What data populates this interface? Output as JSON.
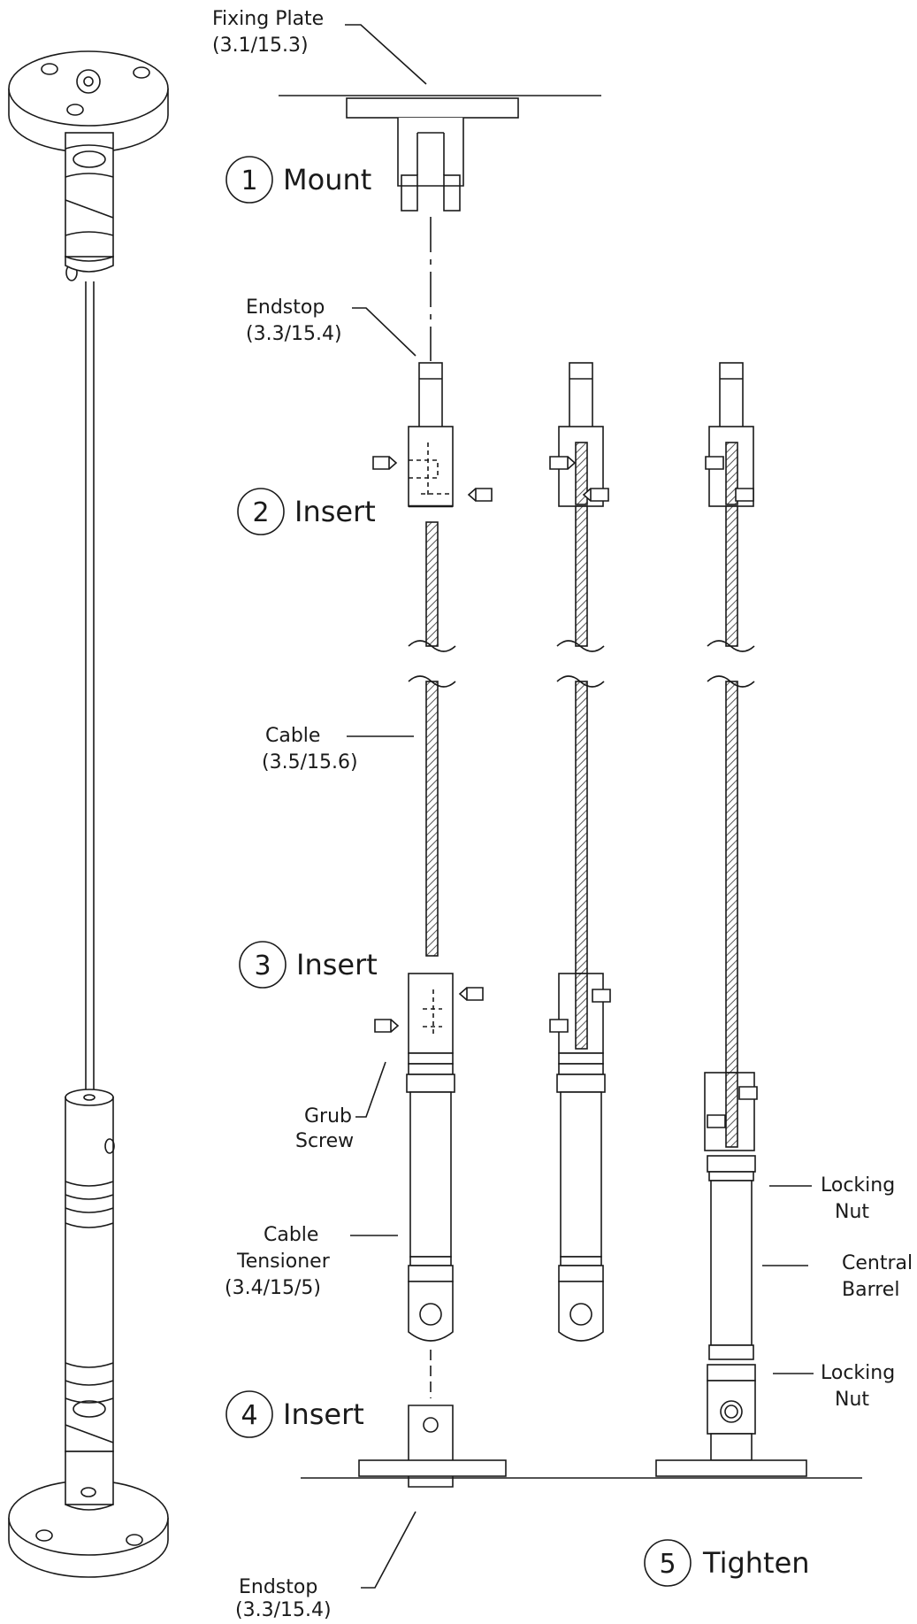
{
  "labels": {
    "fixing_plate_1": "Fixing Plate",
    "fixing_plate_2": "(3.1/15.3)",
    "endstop_top_1": "Endstop",
    "endstop_top_2": "(3.3/15.4)",
    "cable_1": "Cable",
    "cable_2": "(3.5/15.6)",
    "grub_1": "Grub",
    "grub_2": "Screw",
    "tensioner_1": "Cable",
    "tensioner_2": "Tensioner",
    "tensioner_3": "(3.4/15/5)",
    "locking_nut_top_1": "Locking",
    "locking_nut_top_2": "Nut",
    "central_barrel_1": "Central",
    "central_barrel_2": "Barrel",
    "locking_nut_bottom_1": "Locking",
    "locking_nut_bottom_2": "Nut",
    "endstop_bottom_1": "Endstop",
    "endstop_bottom_2": "(3.3/15.4)"
  },
  "steps": [
    {
      "number": "1",
      "label": "Mount"
    },
    {
      "number": "2",
      "label": "Insert"
    },
    {
      "number": "3",
      "label": "Insert"
    },
    {
      "number": "4",
      "label": "Insert"
    },
    {
      "number": "5",
      "label": "Tighten"
    }
  ],
  "colors": {
    "line": "#1a1a1a",
    "hatch": "#555555",
    "background": "#ffffff"
  }
}
